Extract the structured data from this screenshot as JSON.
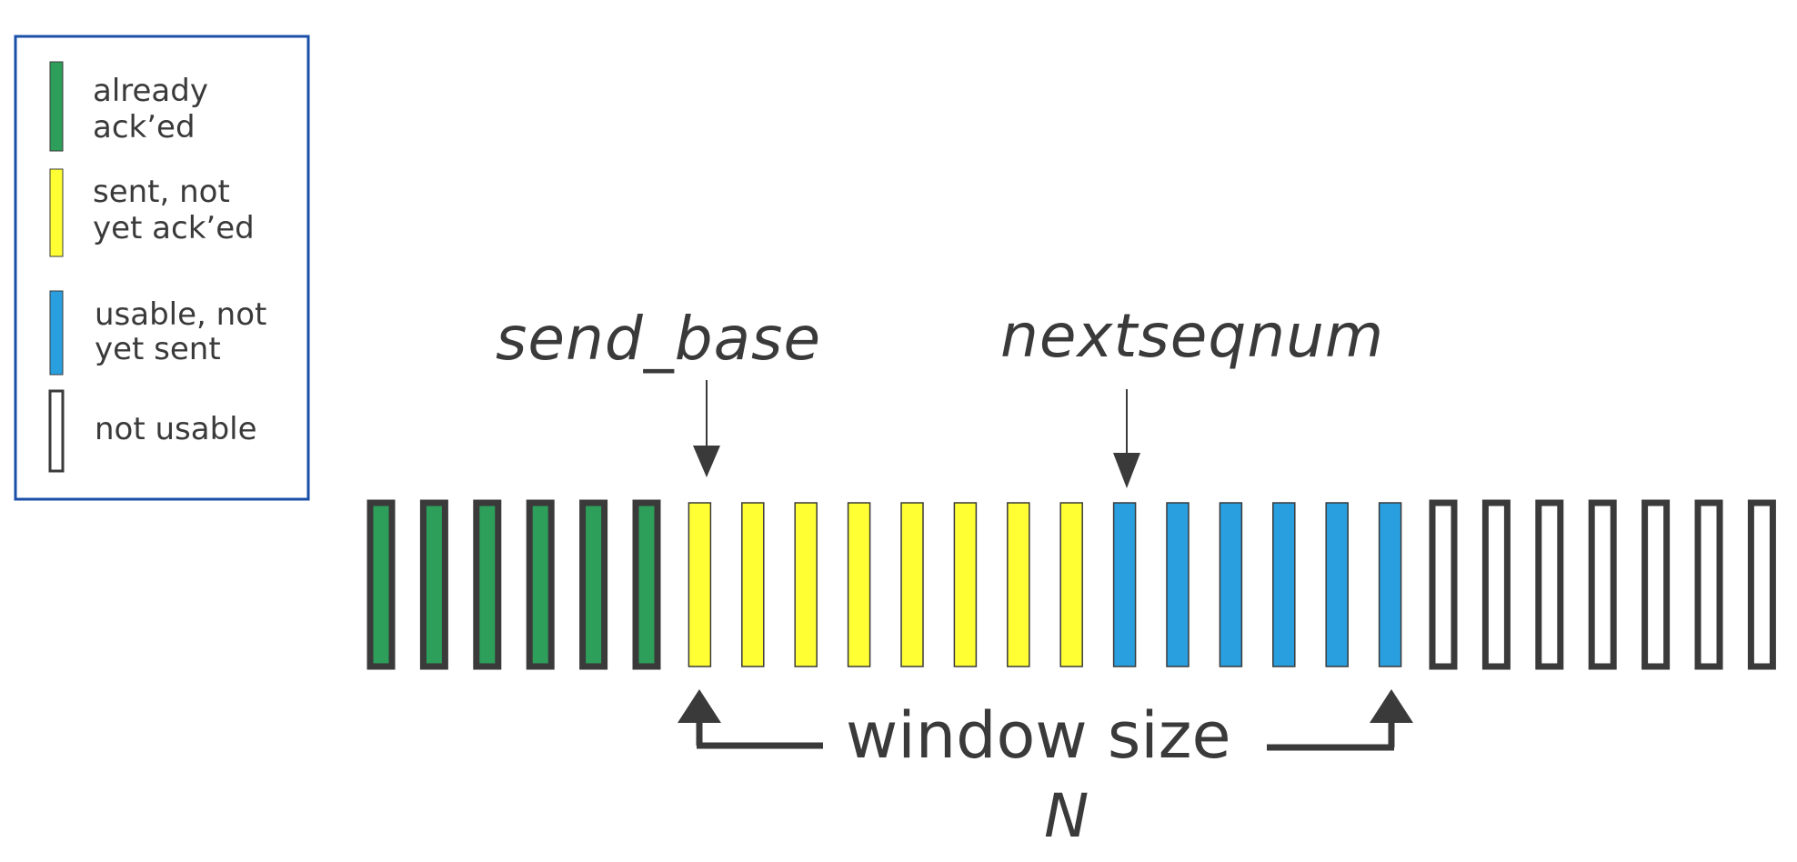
{
  "legend": {
    "items": [
      {
        "key": "acked",
        "lines": [
          "already",
          "ack’ed"
        ]
      },
      {
        "key": "sent",
        "lines": [
          "sent, not",
          "yet ack’ed"
        ]
      },
      {
        "key": "usable",
        "lines": [
          "usable, not",
          "yet sent"
        ]
      },
      {
        "key": "unusable",
        "lines": [
          "not usable"
        ]
      }
    ],
    "border_color": "#1a4fa8"
  },
  "labels": {
    "send_base": "send_base",
    "nextseqnum": "nextseqnum",
    "window_size": "window size",
    "n": "N"
  },
  "colors": {
    "acked": "#2e9e5b",
    "sent": "#ffff33",
    "usable": "#2a9fe0",
    "unusable": "#ffffff",
    "outline": "#3a3a3a"
  },
  "sequence": {
    "acked_count": 6,
    "sent_count": 8,
    "usable_count": 6,
    "unusable_count": 7
  }
}
